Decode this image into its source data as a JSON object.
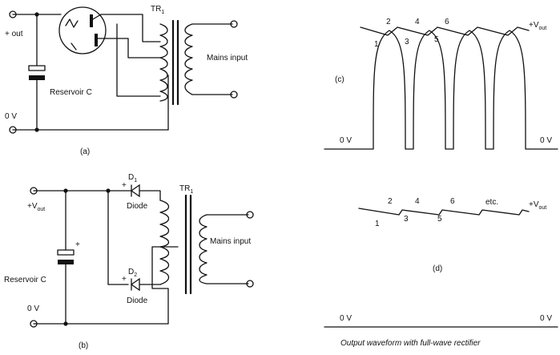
{
  "circuit_a": {
    "out_label": "+ out",
    "zero_label": "0 V",
    "reservoir_label": "Reservoir C",
    "transformer_label": "TR",
    "transformer_sub": "1",
    "mains_label": "Mains input",
    "caption": "(a)"
  },
  "circuit_b": {
    "vout_label": "+V",
    "vout_sub": "out",
    "zero_label": "0 V",
    "reservoir_label": "Reservoir C",
    "plus_sign": "+",
    "d1_label": "D",
    "d1_sub": "1",
    "d2_label": "D",
    "d2_sub": "2",
    "diode1_label": "Diode",
    "diode2_label": "Diode",
    "transformer_label": "TR",
    "transformer_sub": "1",
    "mains_label": "Mains input",
    "caption": "(b)"
  },
  "waveform_c": {
    "caption": "(c)",
    "zero_left": "0 V",
    "zero_right": "0 V",
    "vout_label": "+V",
    "vout_sub": "out",
    "points": [
      "1",
      "2",
      "3",
      "4",
      "5",
      "6"
    ]
  },
  "waveform_d": {
    "caption": "(d)",
    "zero_left": "0 V",
    "zero_right": "0 V",
    "vout_label": "+V",
    "vout_sub": "out",
    "points": [
      "1",
      "2",
      "3",
      "4",
      "5",
      "6"
    ],
    "etc_label": "etc."
  },
  "figure_caption": "Output waveform with full-wave rectifier"
}
